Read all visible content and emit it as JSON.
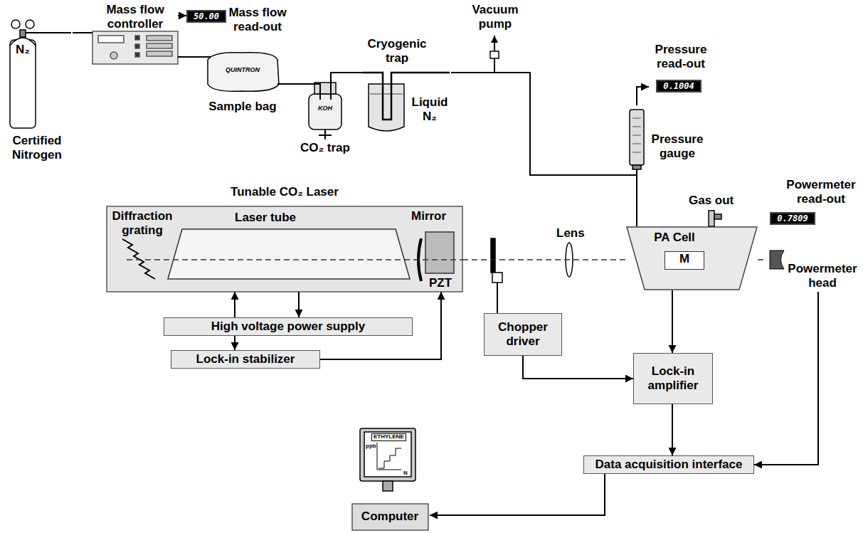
{
  "diagram": {
    "nodes": [
      {
        "text": [
          "N₂",
          "Certified Nitrogen"
        ]
      },
      {
        "text": [
          "Mass flow controller"
        ]
      },
      {
        "text": [
          "50.00",
          "Mass flow read-out"
        ]
      },
      {
        "text": [
          "QUINTRON",
          "Sample bag"
        ]
      },
      {
        "text": [
          "KOH",
          "CO₂ trap"
        ]
      },
      {
        "text": [
          "Cryogenic trap",
          "Liquid N₂"
        ]
      },
      {
        "text": [
          "0.1004",
          "Pressure read-out"
        ]
      },
      {
        "text": [
          "Pressure gauge"
        ]
      },
      {
        "text": [
          "Tunable CO₂ Laser"
        ]
      },
      {
        "text": [
          "PA Cell"
        ]
      },
      {
        "text": [
          "M"
        ],
        "in": 9
      },
      {
        "text": [
          "0.7809",
          "Powermeter read-out"
        ]
      },
      {
        "text": [
          "Powermeter head"
        ]
      },
      {
        "text": [
          "High voltage power supply"
        ]
      },
      {
        "text": [
          "Lock-in stabilizer"
        ]
      },
      {
        "text": [
          "Chopper driver"
        ]
      },
      {
        "text": [
          "Lock-in amplifier"
        ]
      },
      {
        "text": [
          "Data acquisition interface"
        ]
      },
      {
        "text": [
          "Computer"
        ]
      }
    ],
    "edges": [
      {
        "from": 0,
        "to": 1,
        "arrow": "none"
      },
      {
        "from": 1,
        "to": 2,
        "arrow": "to"
      },
      {
        "from": 1,
        "to": 3,
        "arrow": "none"
      },
      {
        "from": 3,
        "to": 4,
        "arrow": "none"
      },
      {
        "from": 4,
        "to": 5,
        "arrow": "none"
      },
      {
        "from": 5,
        "to": 9,
        "arrow": "none"
      },
      {
        "from": 7,
        "to": 6,
        "arrow": "to"
      },
      {
        "from": 7,
        "to": 9,
        "arrow": "none"
      },
      {
        "from": 8,
        "to": 9,
        "arrow": "none"
      },
      {
        "from": 9,
        "to": 12,
        "arrow": "none"
      },
      {
        "from": 13,
        "to": 8,
        "arrow": "to"
      },
      {
        "from": 8,
        "to": 13,
        "arrow": "to"
      },
      {
        "from": 13,
        "to": 14,
        "arrow": "to"
      },
      {
        "from": 14,
        "to": 8,
        "arrow": "to"
      },
      {
        "from": 15,
        "to": 16,
        "arrow": "to"
      },
      {
        "from": 9,
        "to": 16,
        "arrow": "to"
      },
      {
        "from": 16,
        "to": 17,
        "arrow": "to"
      },
      {
        "from": 12,
        "to": 17,
        "arrow": "to"
      },
      {
        "from": 17,
        "to": 18,
        "arrow": "to"
      }
    ],
    "labels": [
      "Vacuum pump",
      "Diffraction grating",
      "Laser tube",
      "Mirror",
      "PZT",
      "Lens",
      "Gas out",
      "ETHYLENE",
      "ppb",
      "N"
    ]
  }
}
